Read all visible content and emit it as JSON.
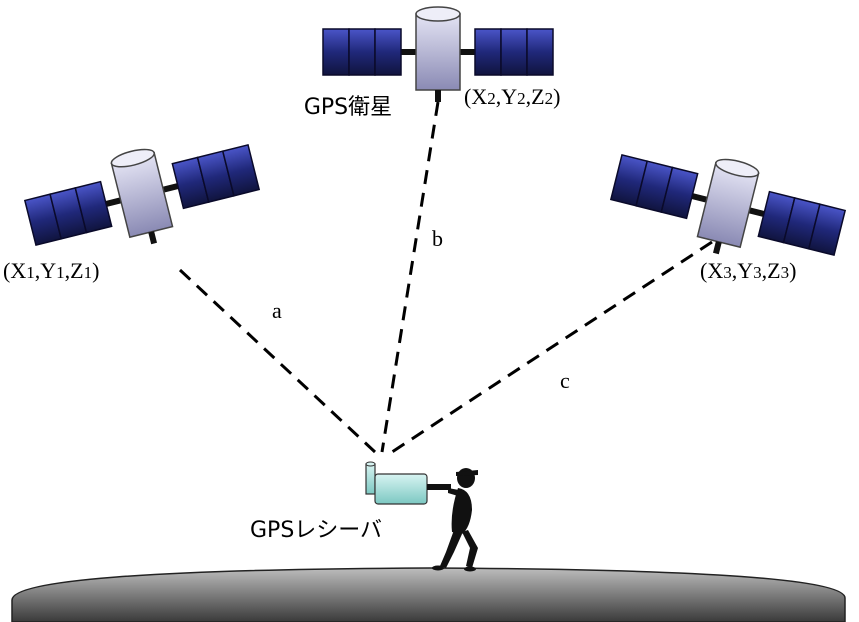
{
  "satellite_label": "GPS衛星",
  "receiver_label": "GPSレシーバ",
  "satellites": [
    {
      "id": "1",
      "coord": {
        "open": "(",
        "x": "X",
        "x_sub": "1",
        "y": ",Y",
        "y_sub": "1",
        "z": ",Z",
        "z_sub": "1",
        "close": ")"
      },
      "distance_label": "a"
    },
    {
      "id": "2",
      "coord": {
        "open": "(",
        "x": "X",
        "x_sub": "2",
        "y": ",Y",
        "y_sub": "2",
        "z": ",Z",
        "z_sub": "2",
        "close": ")"
      },
      "distance_label": "b"
    },
    {
      "id": "3",
      "coord": {
        "open": "(",
        "x": "X",
        "x_sub": "3",
        "y": ",Y",
        "y_sub": "3",
        "z": ",Z",
        "z_sub": "3",
        "close": ")"
      },
      "distance_label": "c"
    }
  ],
  "colors": {
    "solar_panel": "#1a1f6e",
    "solar_panel_light": "#3a44b0",
    "satellite_body": "#c8c8e0",
    "receiver_body": "#a8e0dc",
    "ground": "#8a8a8a",
    "ground_dark": "#4a4a4a",
    "line": "#000000"
  }
}
